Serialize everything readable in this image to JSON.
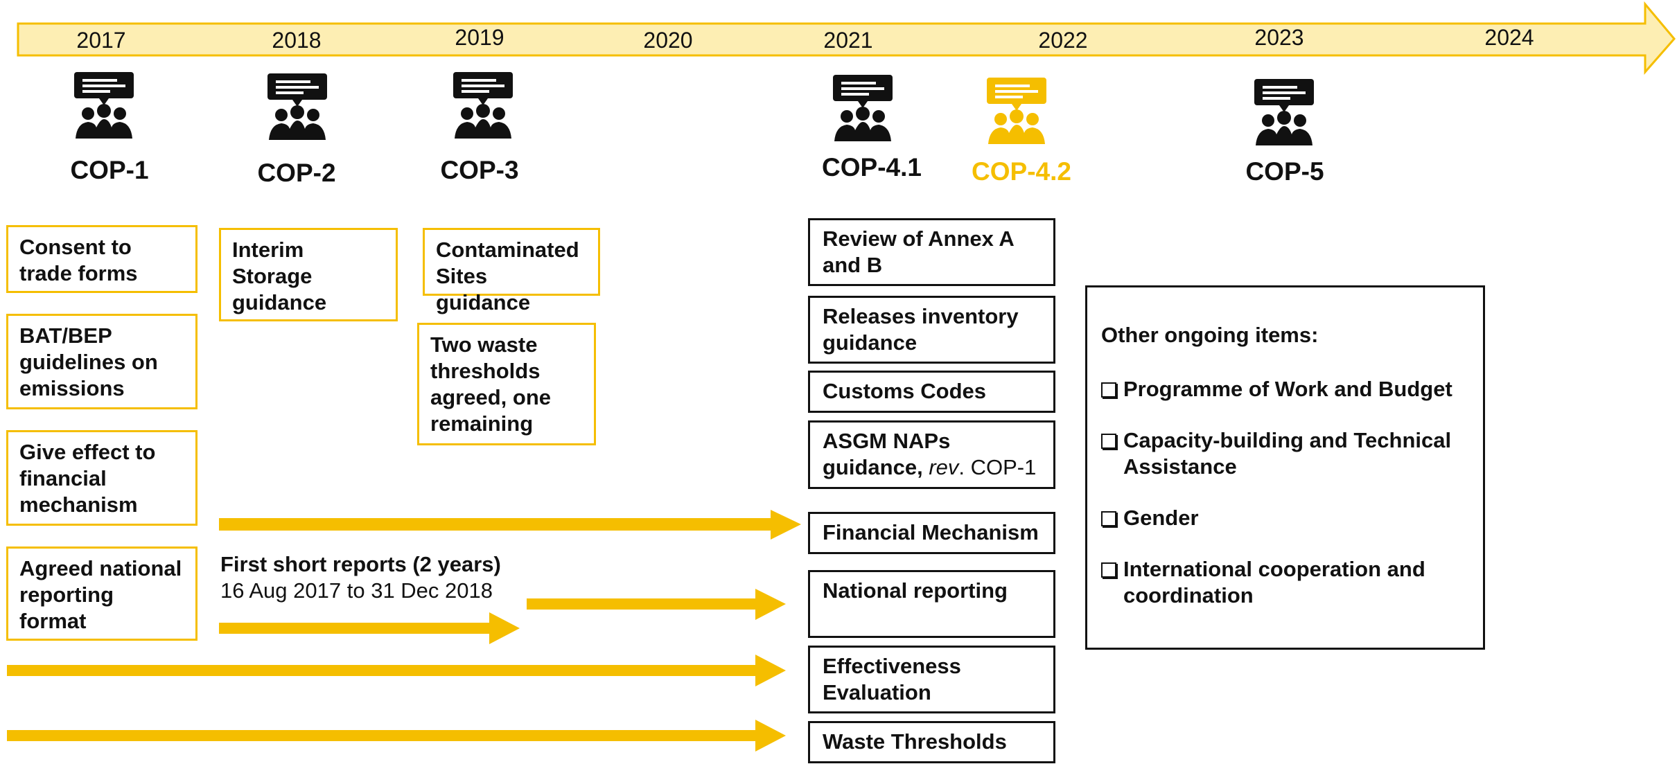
{
  "colors": {
    "accent": "#f5be00",
    "timeline_fill": "#fdeeb3",
    "timeline_stroke": "#f5be00",
    "text": "#111111"
  },
  "timeline": {
    "years": [
      "2017",
      "2018",
      "2019",
      "2020",
      "2021",
      "2022",
      "2023",
      "2024"
    ]
  },
  "cops": [
    {
      "label": "COP-1",
      "icon": "meeting-icon",
      "highlight": false
    },
    {
      "label": "COP-2",
      "icon": "meeting-icon",
      "highlight": false
    },
    {
      "label": "COP-3",
      "icon": "meeting-icon",
      "highlight": false
    },
    {
      "label": "COP-4.1",
      "icon": "meeting-icon",
      "highlight": false
    },
    {
      "label": "COP-4.2",
      "icon": "meeting-icon",
      "highlight": true
    },
    {
      "label": "COP-5",
      "icon": "meeting-icon",
      "highlight": false
    }
  ],
  "cop1_items": [
    "Consent to trade forms",
    "BAT/BEP guidelines on emissions",
    "Give effect to financial mechanism",
    "Agreed national reporting format"
  ],
  "cop2_items": [
    "Interim Storage guidance"
  ],
  "cop3_items": [
    "Contaminated Sites guidance",
    "Two waste thresholds agreed, one remaining"
  ],
  "cop41_items": {
    "annex": "Review of Annex A and B",
    "releases": "Releases inventory guidance",
    "customs": "Customs Codes",
    "asgm_main": "ASGM NAPs guidance,",
    "asgm_rev": "rev",
    "asgm_tail": ". COP-1",
    "financial": "Financial Mechanism",
    "reporting": "National reporting",
    "effectiveness": "Effectiveness Evaluation",
    "waste": "Waste Thresholds"
  },
  "reporting_note": {
    "title": "First short reports (2 years)",
    "dates": "16 Aug 2017 to 31 Dec 2018"
  },
  "ongoing": {
    "heading": "Other ongoing items:",
    "items": [
      "Programme of Work and Budget",
      "Capacity-building and Technical Assistance",
      "Gender",
      "International cooperation and coordination"
    ]
  }
}
